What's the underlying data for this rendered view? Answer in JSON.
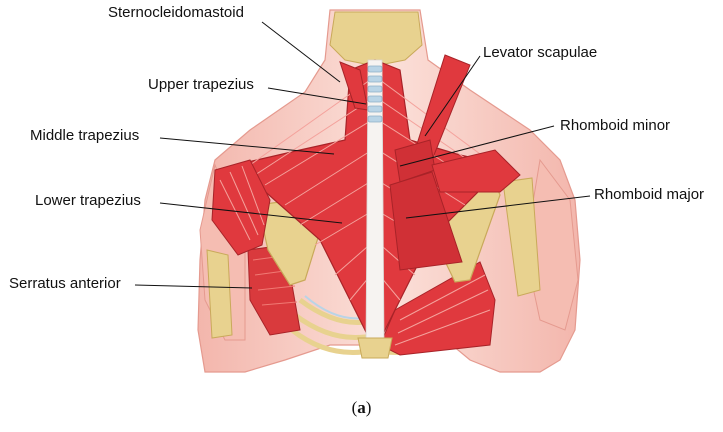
{
  "labels": {
    "sternocleidomastoid": "Sternocleidomastoid",
    "upper_trapezius": "Upper trapezius",
    "middle_trapezius": "Middle trapezius",
    "lower_trapezius": "Lower trapezius",
    "serratus_anterior": "Serratus anterior",
    "levator_scapulae": "Levator scapulae",
    "rhomboid_minor": "Rhomboid minor",
    "rhomboid_major": "Rhomboid major"
  },
  "caption": {
    "open": "(",
    "letter": "a",
    "close": ")"
  },
  "colors": {
    "muscle": "#e0393e",
    "muscle_light": "#f07a74",
    "skin": "#f7c9c0",
    "bone": "#e8d28f",
    "bone_shade": "#c9a95a",
    "cartilage": "#b9d4e6"
  }
}
